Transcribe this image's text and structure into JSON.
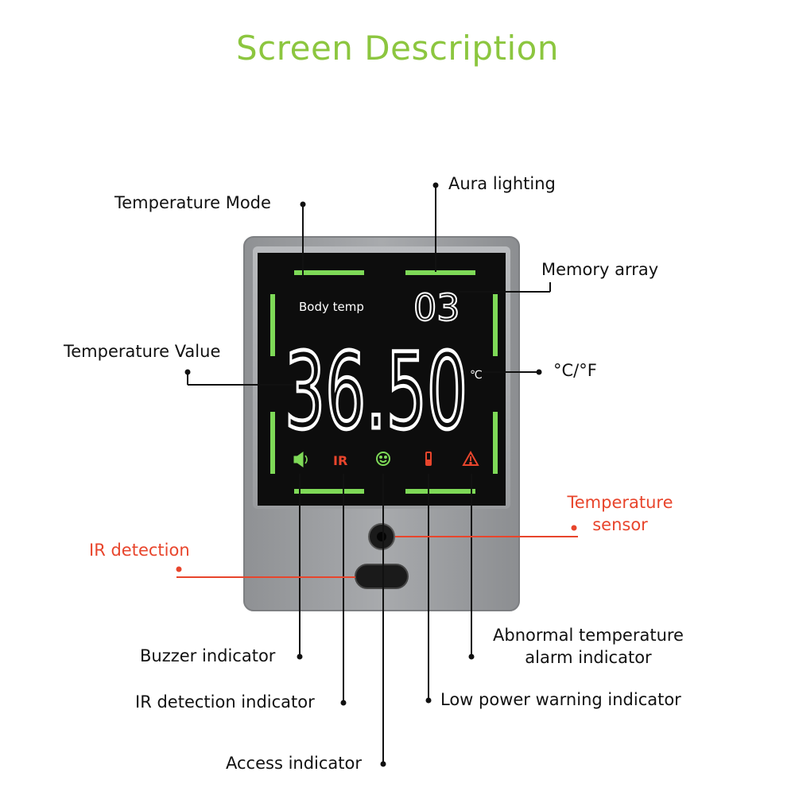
{
  "title": "Screen Description",
  "screen": {
    "mode_text": "Body temp",
    "memory_digits": "03",
    "temperature": "36.50",
    "unit_glyph": "℃",
    "ir_glyph": "IR"
  },
  "labels": {
    "temperature_mode": "Temperature Mode",
    "aura_lighting": "Aura lighting",
    "memory_array": "Memory array",
    "temperature_value": "Temperature Value",
    "unit": "°C/°F",
    "temperature_sensor_1": "Temperature",
    "temperature_sensor_2": "sensor",
    "ir_detection": "IR detection",
    "buzzer_indicator": "Buzzer indicator",
    "abnormal_1": "Abnormal temperature",
    "abnormal_2": "alarm indicator",
    "ir_detection_indicator": "IR detection indicator",
    "low_power": "Low power warning indicator",
    "access_indicator": "Access indicator"
  },
  "colors": {
    "title": "#8cc63f",
    "aura": "#7ed957",
    "alert": "#e8452c",
    "screen": "#0d0d0d",
    "device": "#9ea0a3"
  }
}
